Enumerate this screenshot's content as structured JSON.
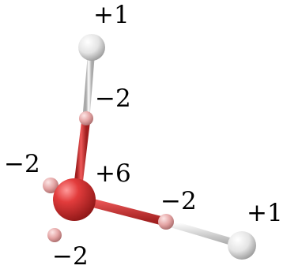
{
  "molecule": {
    "atoms": [
      {
        "id": "h-top",
        "element": "H",
        "charge_label": "+1",
        "color": "#e6e6e6"
      },
      {
        "id": "site-upper",
        "element": "site",
        "charge_label": "−2",
        "color": "#e8a8a8"
      },
      {
        "id": "s-center",
        "element": "S",
        "charge_label": "+6",
        "color": "#d63333"
      },
      {
        "id": "site-left",
        "element": "site",
        "charge_label": "−2",
        "color": "#e8a8a8"
      },
      {
        "id": "site-lower",
        "element": "site",
        "charge_label": "−2",
        "color": "#e8a8a8"
      },
      {
        "id": "site-right",
        "element": "site",
        "charge_label": "−2",
        "color": "#e8a8a8"
      },
      {
        "id": "h-right",
        "element": "H",
        "charge_label": "+1",
        "color": "#e6e6e6"
      }
    ],
    "colors": {
      "bond_red": "#d93838",
      "bond_white": "#e8e8e8"
    }
  }
}
